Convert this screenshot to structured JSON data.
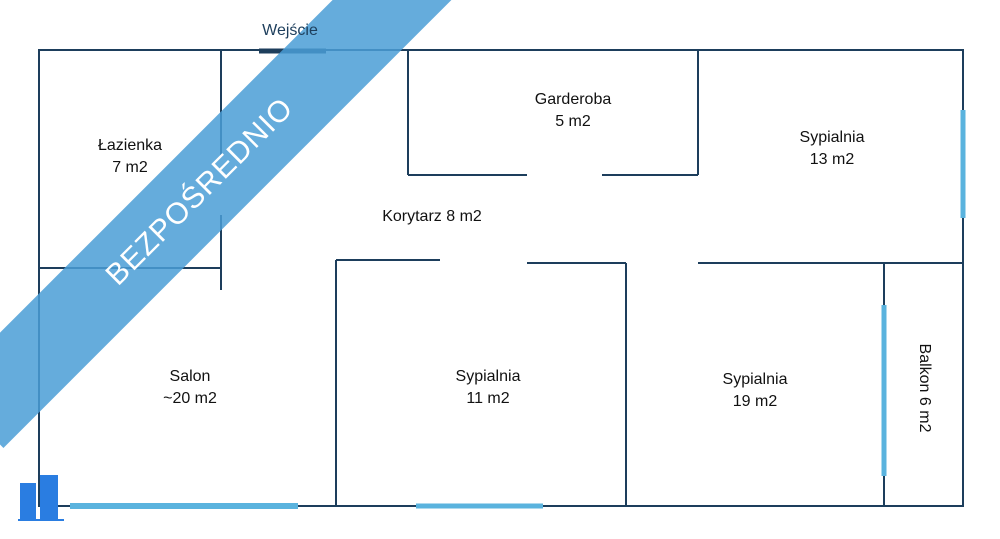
{
  "entrance_label": "Wejście",
  "watermark": "BEZPOŚREDNIO",
  "rooms": [
    {
      "name": "Łazienka",
      "area": "7 m2"
    },
    {
      "name": "Garderoba",
      "area": "5 m2"
    },
    {
      "name": "Sypialnia",
      "area": "13 m2"
    },
    {
      "name": "Korytarz 8 m2"
    },
    {
      "name": "Salon",
      "area": "~20 m2"
    },
    {
      "name": "Sypialnia",
      "area": "11 m2"
    },
    {
      "name": "Sypialnia",
      "area": "19 m2"
    },
    {
      "name": "Balkon 6 m2"
    }
  ],
  "colors": {
    "wall": "#1d3e5c",
    "window": "#5ab3de",
    "banner": "#4a9ed6"
  }
}
